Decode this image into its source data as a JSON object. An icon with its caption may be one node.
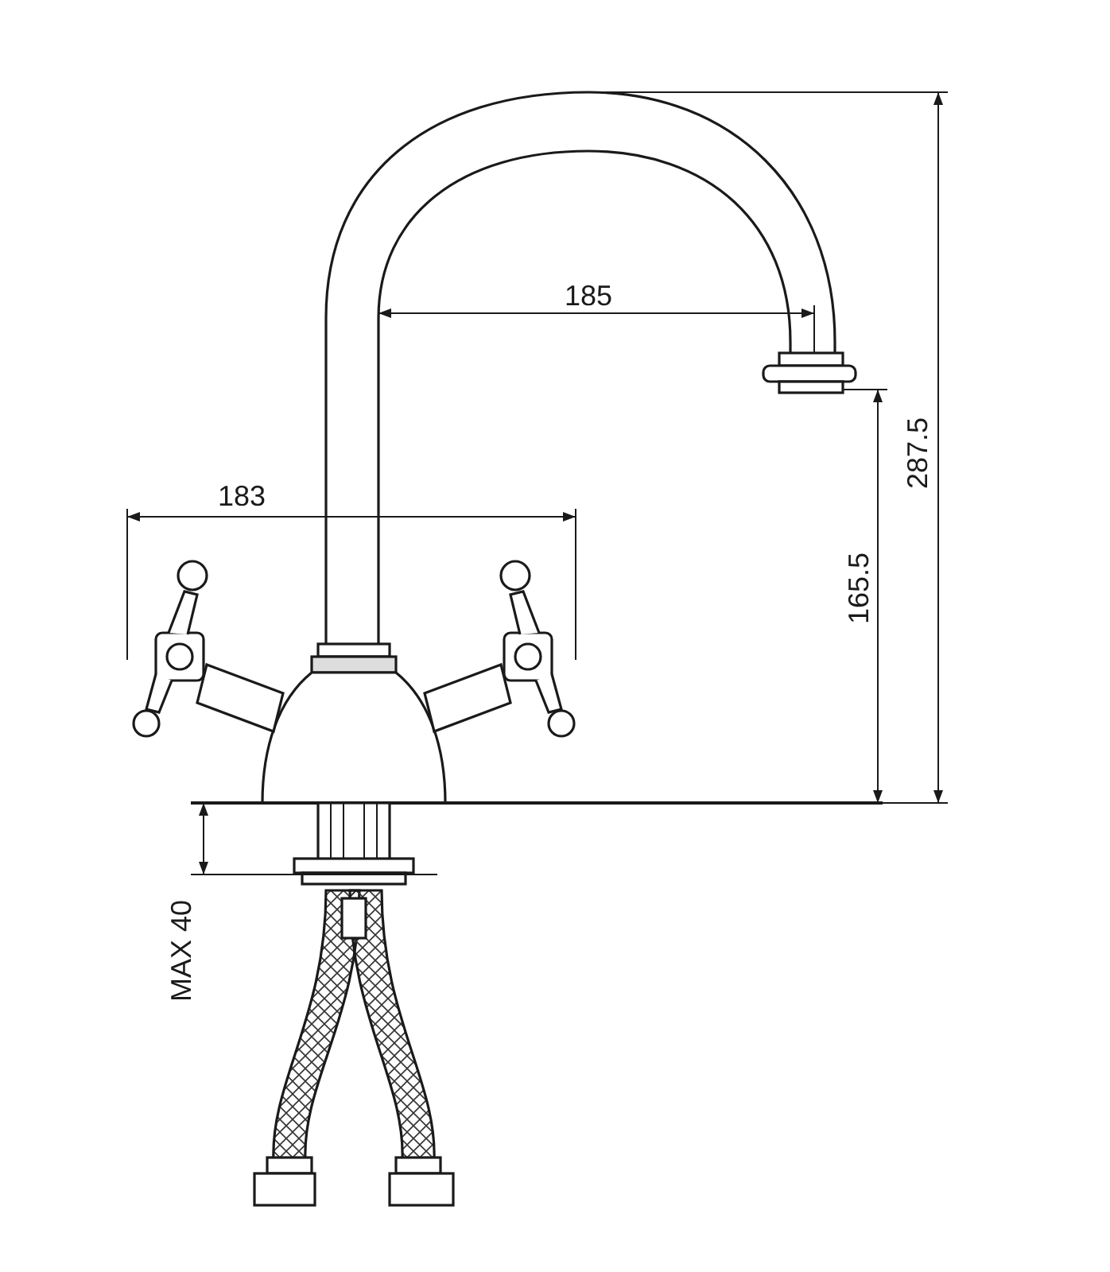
{
  "diagram": {
    "labels": [
      "185",
      "183",
      "287.5",
      "165.5",
      "MAX 40"
    ]
  }
}
